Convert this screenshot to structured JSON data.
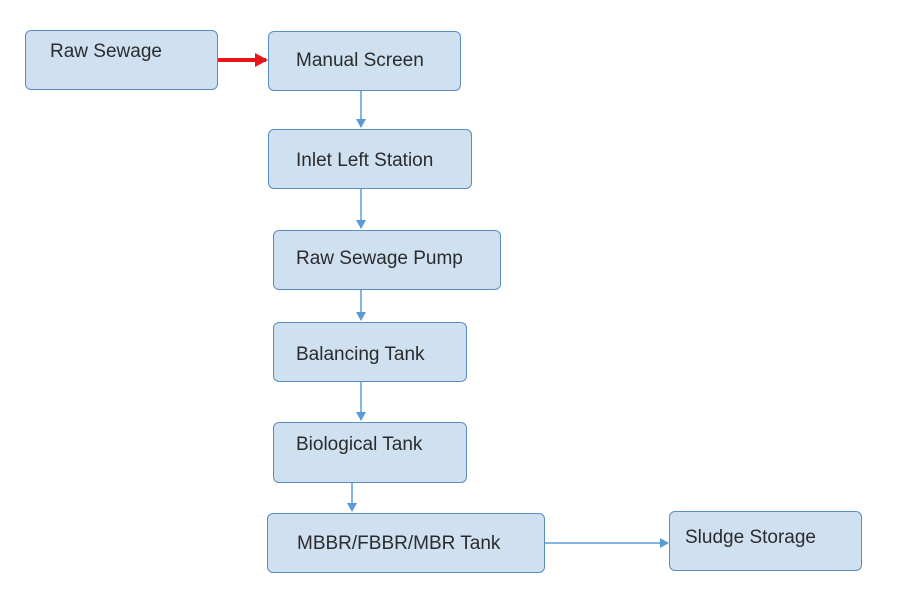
{
  "nodes": {
    "raw_sewage": "Raw Sewage",
    "manual_screen": "Manual Screen",
    "inlet_left_station": "Inlet Left Station",
    "raw_sewage_pump": "Raw Sewage Pump",
    "balancing_tank": "Balancing Tank",
    "biological_tank": "Biological Tank",
    "mbbr_fbbr_mbr_tank": "MBBR/FBBR/MBR Tank",
    "sludge_storage": "Sludge Storage"
  },
  "edges": [
    {
      "from": "raw_sewage",
      "to": "manual_screen",
      "highlight": true
    },
    {
      "from": "manual_screen",
      "to": "inlet_left_station",
      "highlight": false
    },
    {
      "from": "inlet_left_station",
      "to": "raw_sewage_pump",
      "highlight": false
    },
    {
      "from": "raw_sewage_pump",
      "to": "balancing_tank",
      "highlight": false
    },
    {
      "from": "balancing_tank",
      "to": "biological_tank",
      "highlight": false
    },
    {
      "from": "biological_tank",
      "to": "mbbr_fbbr_mbr_tank",
      "highlight": false
    },
    {
      "from": "mbbr_fbbr_mbr_tank",
      "to": "sludge_storage",
      "highlight": false
    }
  ],
  "colors": {
    "node_fill": "#cfe0f1",
    "node_border": "#5a8cc4",
    "connector": "#5b9bd5",
    "highlight_arrow": "#e8141b"
  }
}
